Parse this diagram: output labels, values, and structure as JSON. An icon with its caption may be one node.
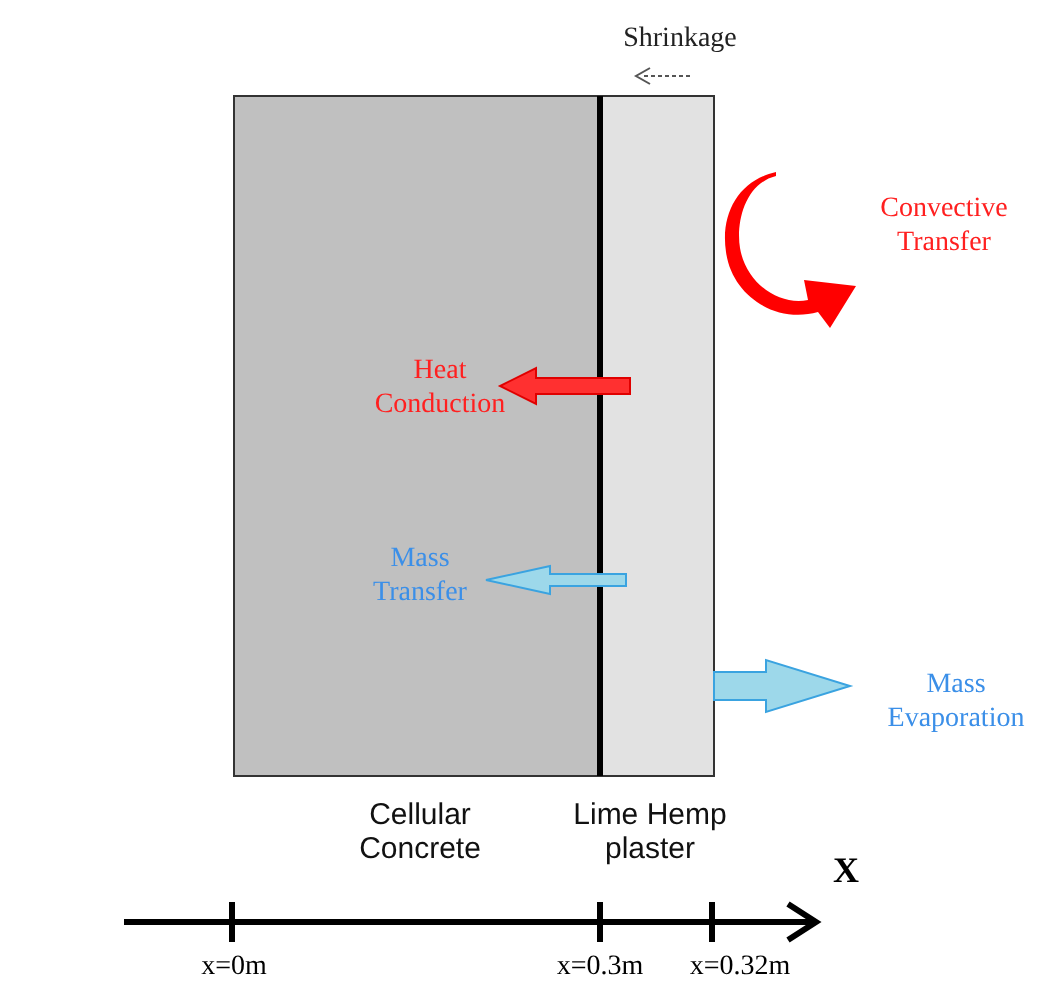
{
  "diagram": {
    "labels": [
      "Shrinkage",
      "Convective Transfer",
      "Heat Conduction",
      "Mass Transfer",
      "Mass Evaporation",
      "Cellular Concrete",
      "Lime Hemp plaster",
      "X",
      "x=0m",
      "x=0.3m",
      "x=0.32m"
    ]
  }
}
